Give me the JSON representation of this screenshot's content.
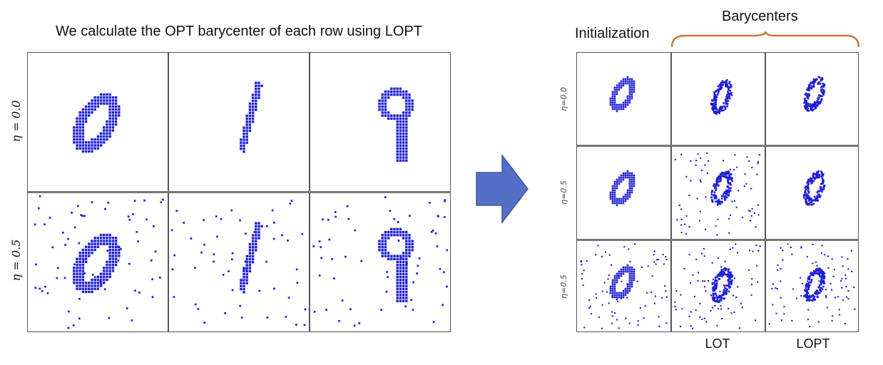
{
  "left_panel": {
    "title": "We calculate the OPT barycenter of each row using LOPT",
    "row_labels": [
      "η = 0.0",
      "η = 0.5"
    ]
  },
  "right_panel": {
    "initialization_label": "Initialization",
    "barycenters_label": "Barycenters",
    "row_labels": [
      "η=0.0",
      "η=0.5",
      "η=0.5"
    ],
    "column_labels": [
      "LOT",
      "LOPT"
    ]
  },
  "colors": {
    "points": "#1f1fd6",
    "arrow_fill": "#5470c6",
    "arrow_stroke": "#3d55a8",
    "brace": "#c87a3a",
    "grid_border": "#555555"
  },
  "icons": [
    "right-arrow-icon",
    "curly-brace-icon"
  ]
}
